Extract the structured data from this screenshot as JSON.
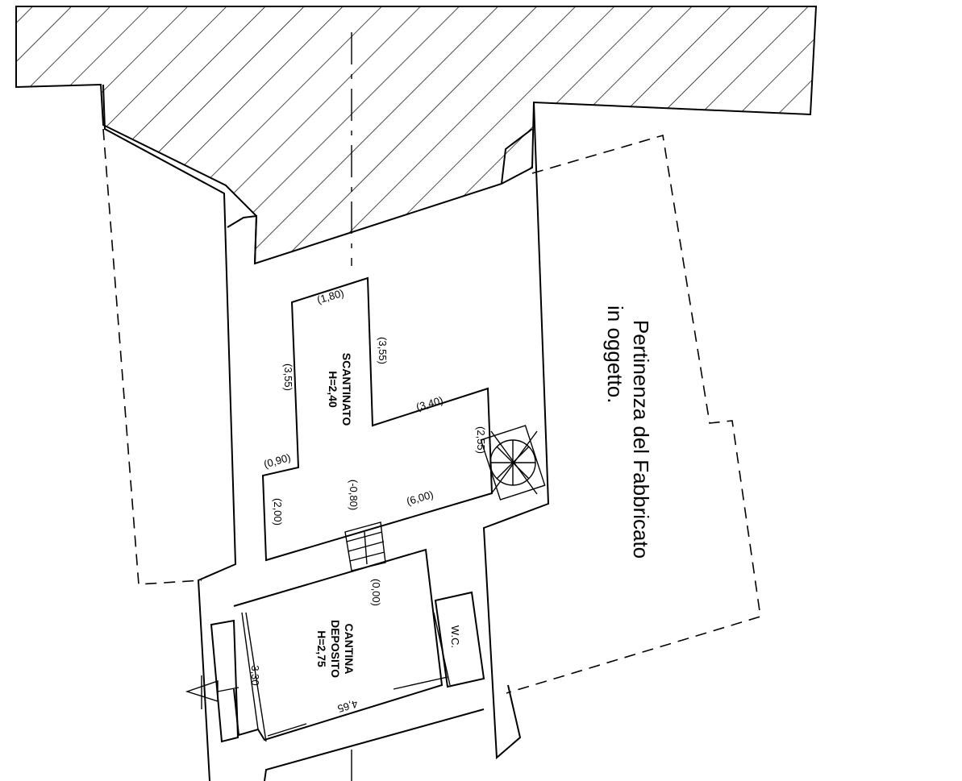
{
  "appurtenance": {
    "line1": "Pertinenza del Fabbricato",
    "line2": "in oggetto."
  },
  "scantinato": {
    "name": "SCANTINATO",
    "height": "H=2,40",
    "dims": {
      "top": "(1,80)",
      "right_upper": "(3,55)",
      "left_upper": "(3,55)",
      "step_top": "(3,40)",
      "right_lower": "(2,55)",
      "left_step": "(0,90)",
      "left_lower": "(2,00)",
      "bottom": "(6,00)",
      "level": "(-0,80)"
    }
  },
  "cantina": {
    "name": "CANTINA",
    "use": "DEPOSITO",
    "height": "H=2,75",
    "level": "(0,00)",
    "width": "4,65",
    "depth": "3,30"
  },
  "wc": {
    "label": "W.C."
  }
}
